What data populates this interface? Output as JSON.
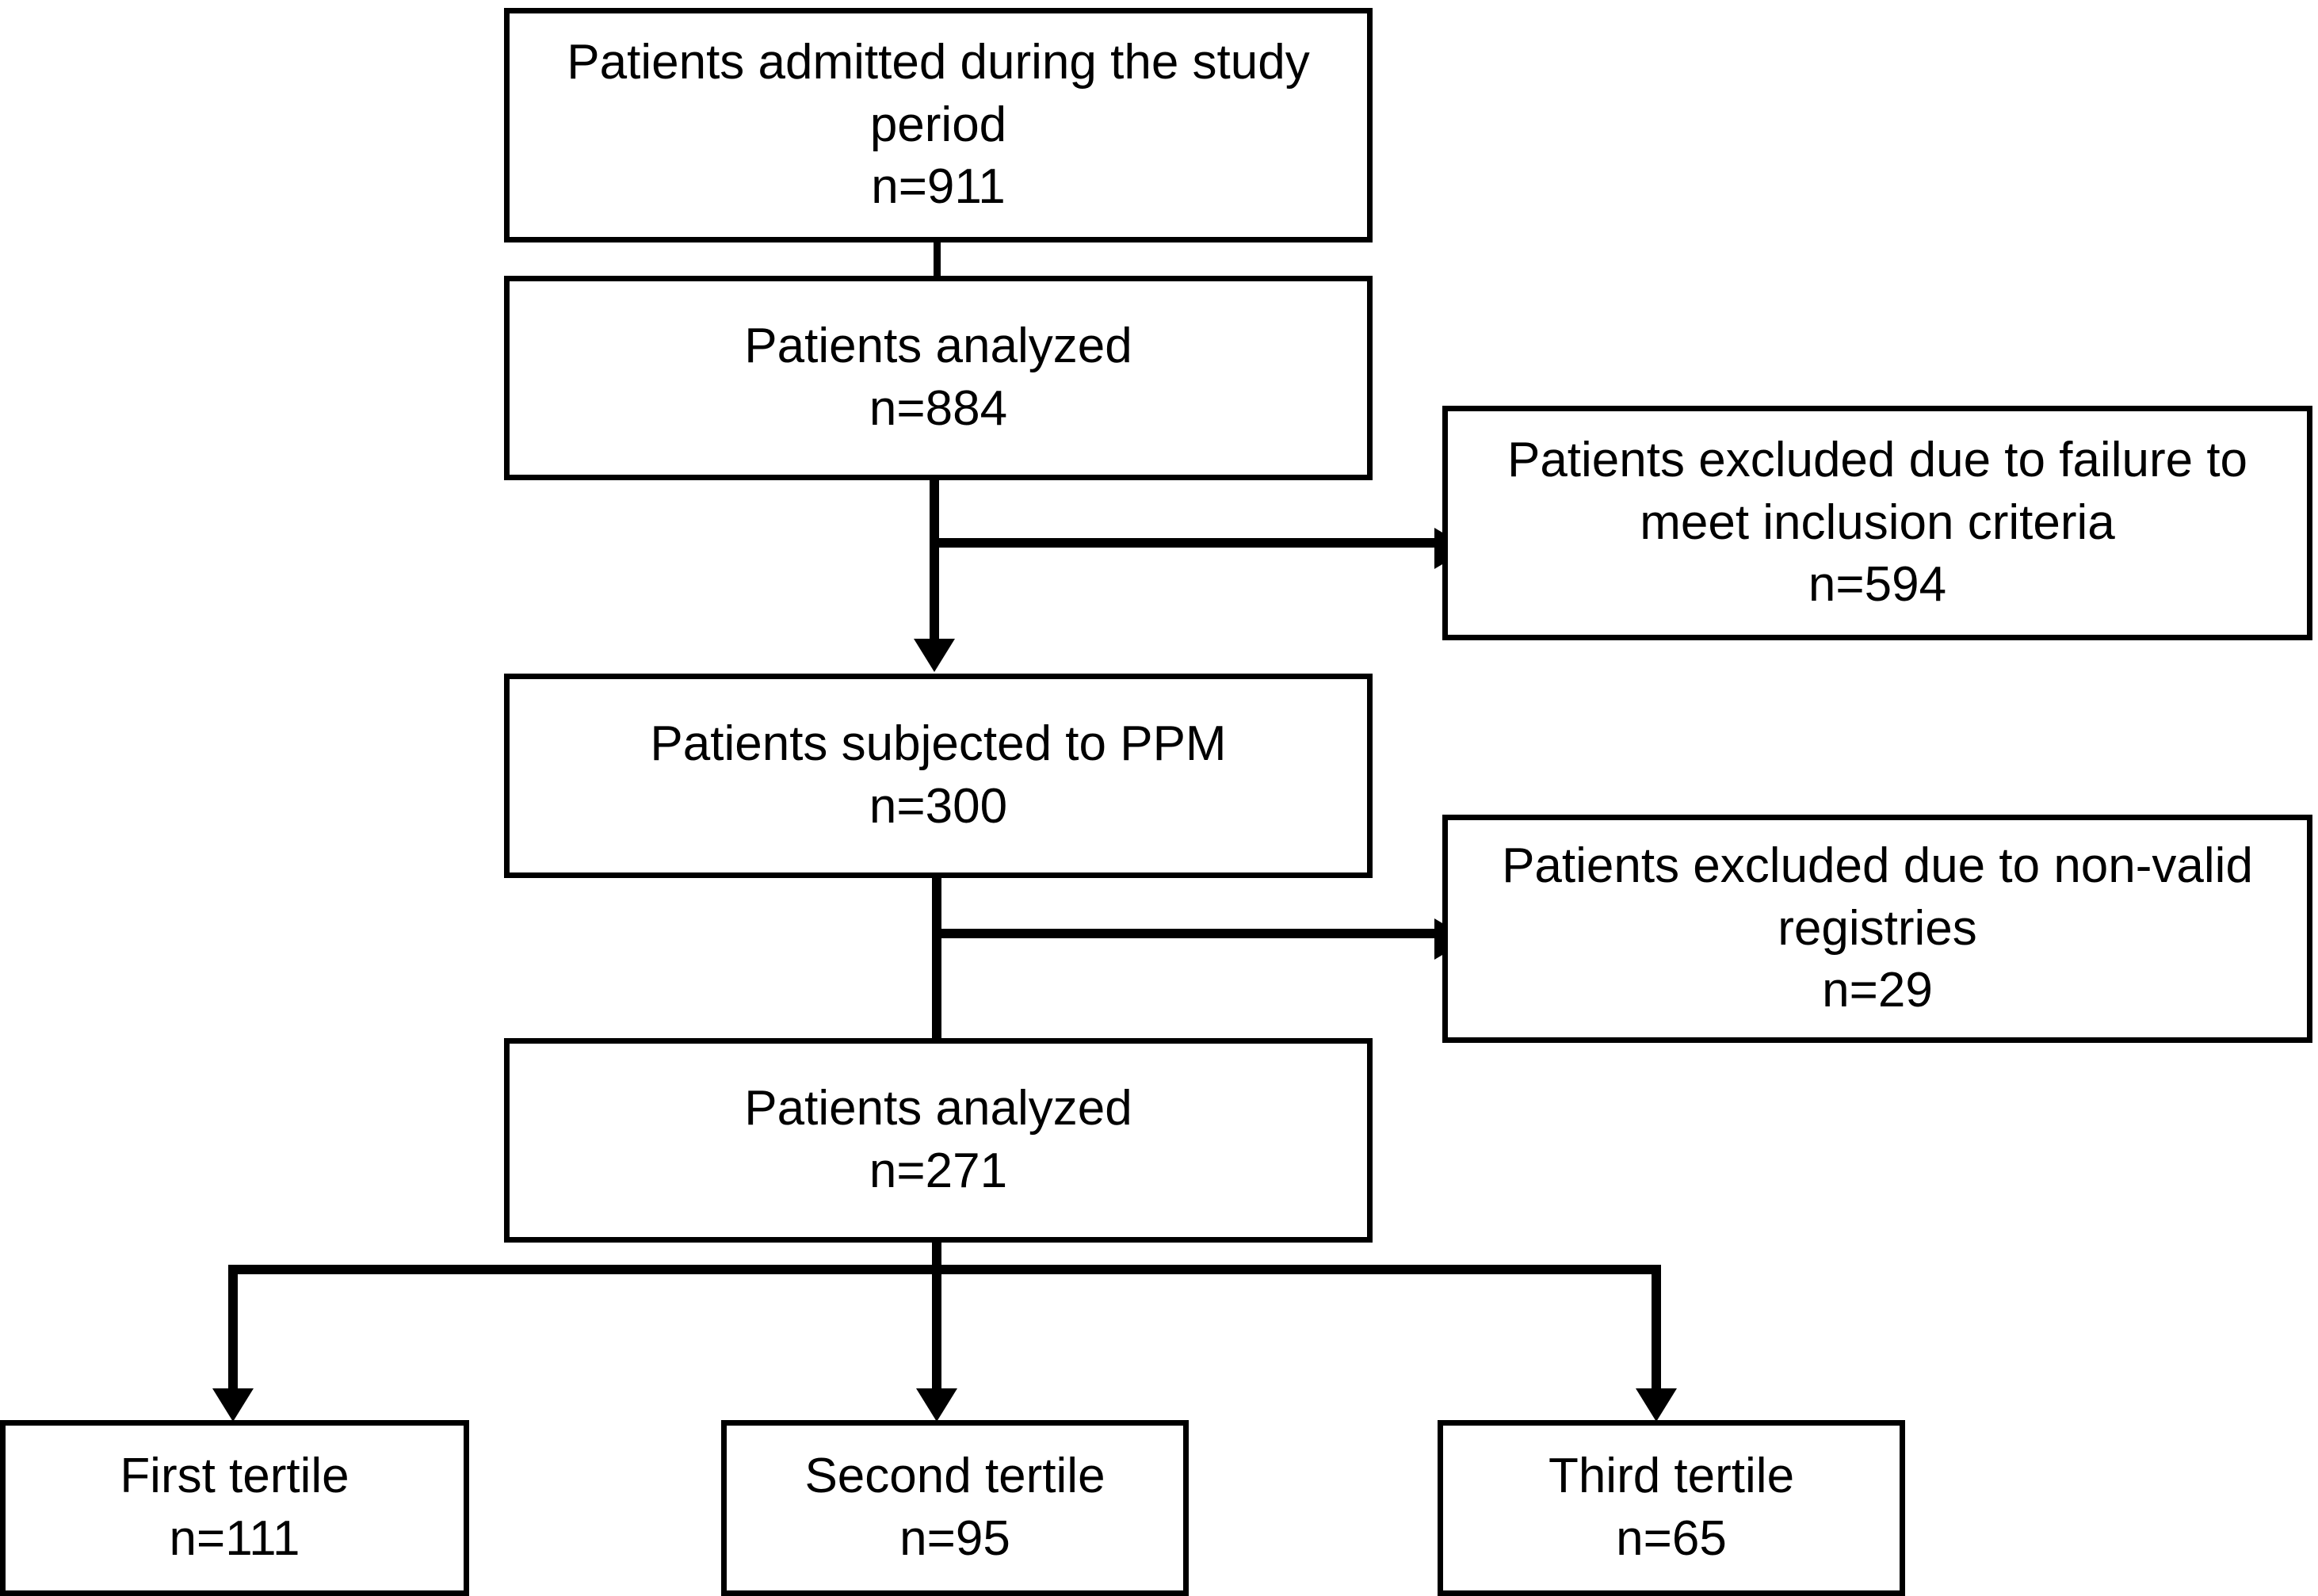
{
  "figure": {
    "type": "flowchart",
    "title": "Patient selection flow diagram",
    "orientation": "top-to-bottom",
    "line_color": "#000000",
    "box_fill": "#ffffff"
  },
  "nodes": {
    "admitted": {
      "line1": "Patients admitted during the study",
      "line2": "period",
      "count": "n=911"
    },
    "analyzed_first": {
      "line1": "Patients analyzed",
      "count": "n=884"
    },
    "excluded_inclusion": {
      "line1": "Patients excluded due to failure to",
      "line2": "meet inclusion criteria",
      "count": "n=594"
    },
    "ppm": {
      "line1": "Patients subjected to PPM",
      "count": "n=300"
    },
    "excluded_registries": {
      "line1": "Patients excluded due to non-valid",
      "line2": "registries",
      "count": "n=29"
    },
    "analyzed_second": {
      "line1": "Patients analyzed",
      "count": "n=271"
    },
    "tertile_first": {
      "line1": "First tertile",
      "count": "n=111"
    },
    "tertile_second": {
      "line1": "Second tertile",
      "count": "n=95"
    },
    "tertile_third": {
      "line1": "Third tertile",
      "count": "n=65"
    }
  }
}
